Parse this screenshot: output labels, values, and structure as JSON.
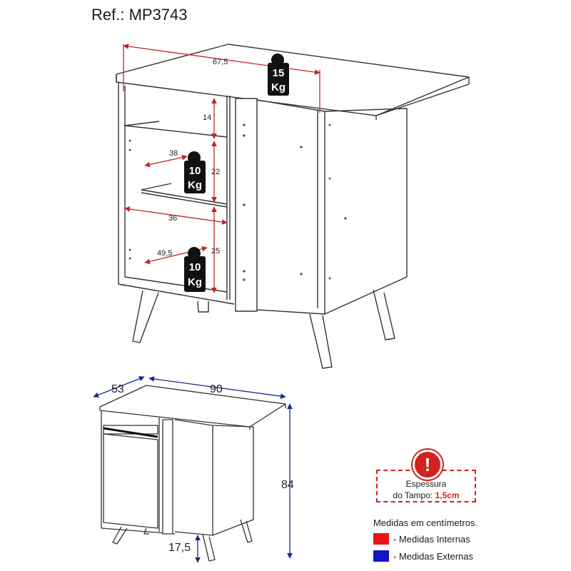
{
  "ref": "Ref.: MP3743",
  "top_view": {
    "width_label": "67,5",
    "upper_height_label": "14",
    "shelf_depth_label": "38",
    "shelf_height_label": "22",
    "inner_width_label": "36",
    "bottom_depth_label": "49,5",
    "bottom_height_label": "25",
    "weights": [
      {
        "value": "15",
        "unit": "Kg"
      },
      {
        "value": "10",
        "unit": "Kg"
      },
      {
        "value": "10",
        "unit": "Kg"
      }
    ]
  },
  "bottom_view": {
    "depth_label": "53",
    "width_label": "90",
    "height_label": "84",
    "leg_label": "17,5"
  },
  "warning": {
    "icon": "!",
    "line1": "Espessura",
    "line2_prefix": "do Tampo:",
    "line2_value": "1,5cm"
  },
  "legend": {
    "title": "Medidas em centímetros.",
    "items": [
      {
        "label": "- Medidas Internas",
        "color": "#e8141c"
      },
      {
        "label": "- Medidas Externas",
        "color": "#1016c8"
      }
    ]
  },
  "colors": {
    "internal": "#c0262b",
    "external": "#1a2a8c",
    "line": "#333333"
  }
}
